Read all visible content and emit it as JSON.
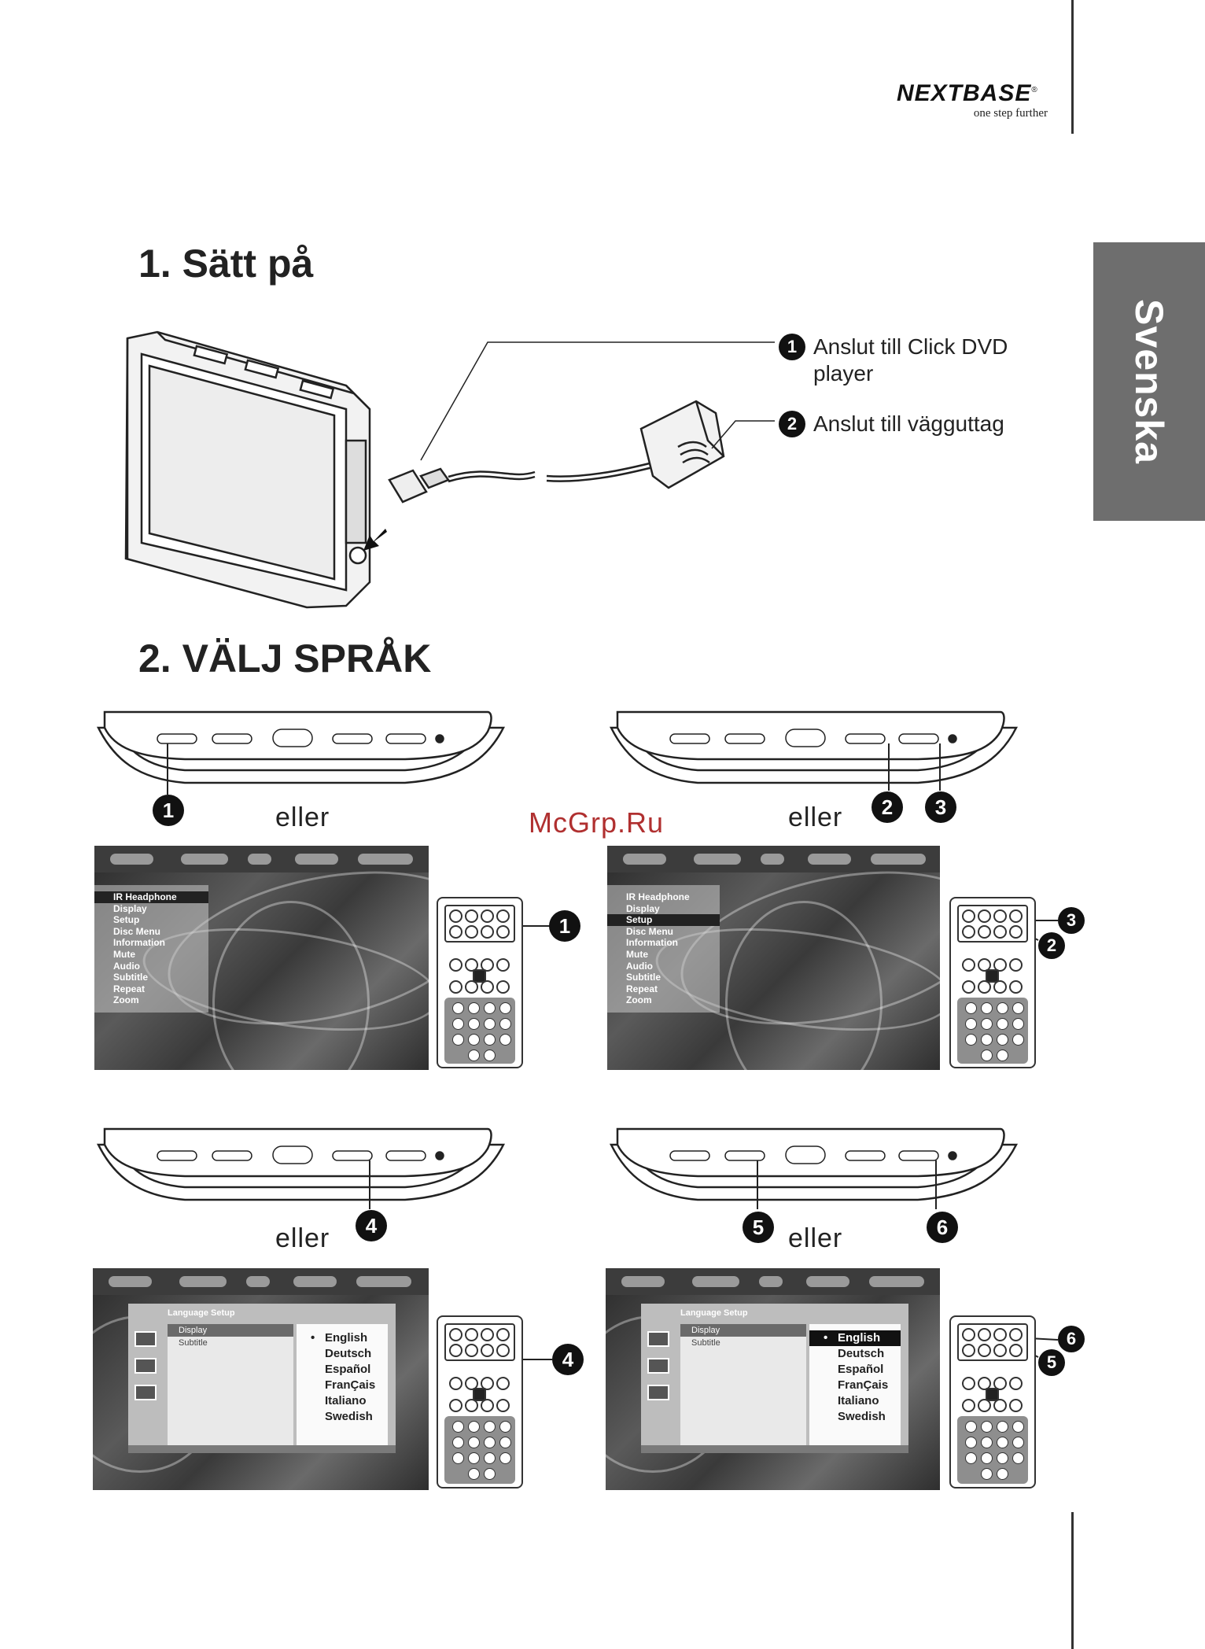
{
  "brand": {
    "name": "NEXTBASE",
    "mark": "®",
    "tagline": "one step further"
  },
  "side_tab": "Svenska",
  "section1": {
    "title": "1. Sätt på",
    "callouts": [
      {
        "num": "1",
        "text": "Anslut till Click DVD player"
      },
      {
        "num": "2",
        "text": "Anslut till vägguttag"
      }
    ]
  },
  "section2": {
    "title": "2. VÄLJ SPRÅK",
    "or": "eller",
    "step_numbers": [
      "1",
      "2",
      "3",
      "4",
      "5",
      "6"
    ]
  },
  "setup_menu": {
    "items": [
      "IR Headphone",
      "Display",
      "Setup",
      "Disc Menu",
      "Information",
      "Mute",
      "Audio",
      "Subtitle",
      "Repeat",
      "Zoom"
    ],
    "selected_left": "IR Headphone",
    "selected_right": "Setup"
  },
  "language_setup": {
    "title": "Language Setup",
    "left_items": [
      "Display",
      "Subtitle"
    ],
    "selected_left": "Display",
    "languages": [
      "English",
      "Deutsch",
      "Español",
      "FranÇais",
      "Italiano",
      "Swedish"
    ],
    "current": "English"
  },
  "watermark": "McGrp.Ru"
}
